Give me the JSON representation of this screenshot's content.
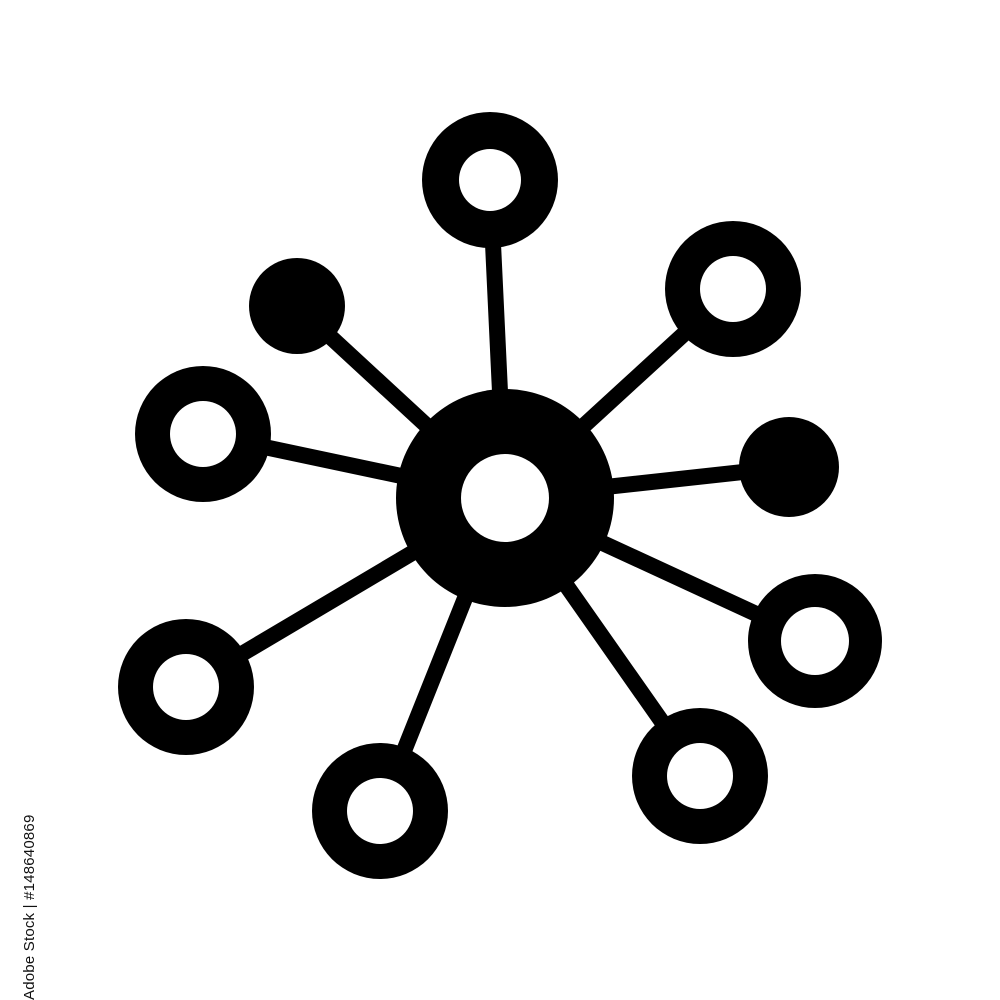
{
  "colors": {
    "ink": "#000000",
    "background": "#ffffff",
    "caption": "#111111"
  },
  "icon": {
    "name": "network-hub-icon",
    "hub": {
      "style": "ring"
    },
    "nodes": [
      {
        "name": "node-top",
        "style": "ring"
      },
      {
        "name": "node-top-right",
        "style": "ring"
      },
      {
        "name": "node-right",
        "style": "filled"
      },
      {
        "name": "node-lower-right",
        "style": "ring"
      },
      {
        "name": "node-bottom-right",
        "style": "ring"
      },
      {
        "name": "node-bottom",
        "style": "ring"
      },
      {
        "name": "node-lower-left",
        "style": "ring"
      },
      {
        "name": "node-left",
        "style": "ring"
      },
      {
        "name": "node-top-left",
        "style": "filled"
      }
    ]
  },
  "caption": {
    "stock_id": "Adobe Stock | #148640869"
  }
}
